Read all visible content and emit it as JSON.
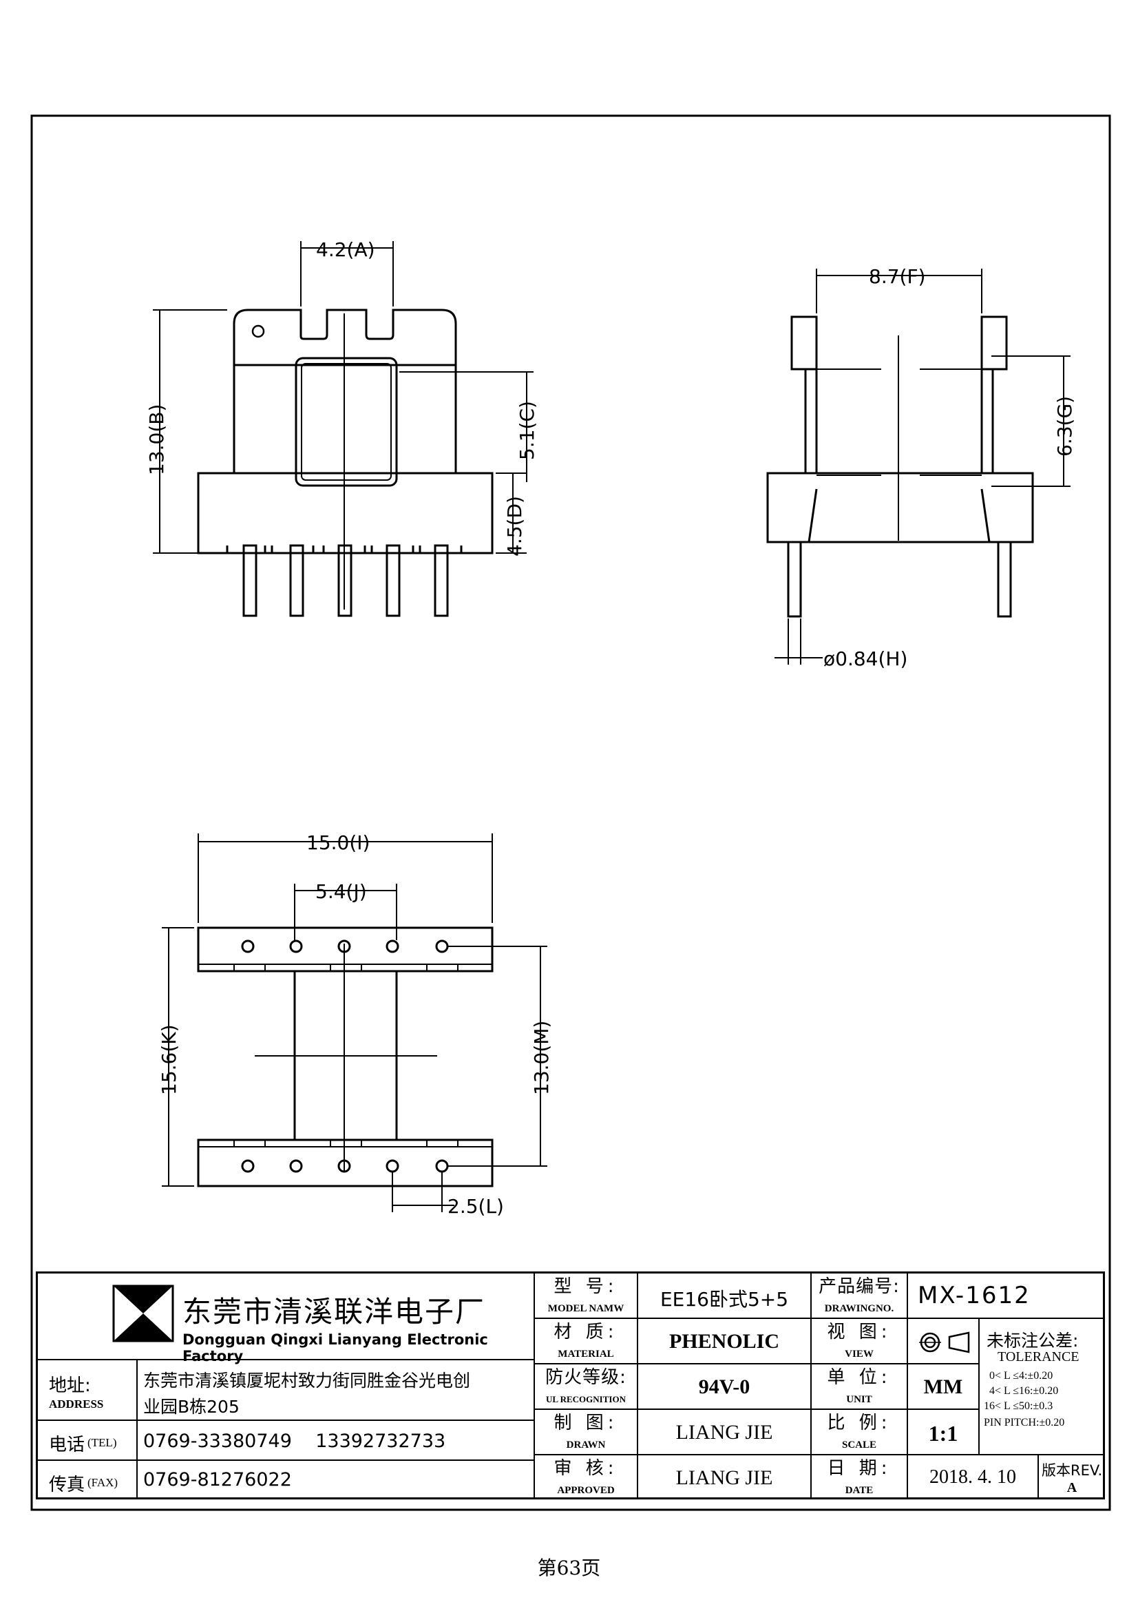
{
  "drawing": {
    "dims": {
      "a": "4.2(A)",
      "b": "13.0(B)",
      "c": "5.1(C)",
      "d": "4.5(D)",
      "f": "8.7(F)",
      "g": "6.3(G)",
      "h": "ø0.84(H)",
      "i": "15.0(I)",
      "j": "5.4(J)",
      "k": "15.6(K)",
      "m": "13.0(M)",
      "l": "2.5(L)"
    }
  },
  "company": {
    "name_cn": "东莞市清溪联洋电子厂",
    "name_en": "Dongguan Qingxi Lianyang Electronic Factory",
    "address_label_cn": "地址:",
    "address_label_en": "ADDRESS",
    "address_line1": "东莞市清溪镇厦坭村致力街同胜金谷光电创",
    "address_line2": "业园B栋205",
    "tel_label_cn": "电话",
    "tel_label_en": "(TEL)",
    "tel_value": "0769-33380749    13392732733",
    "fax_label_cn": "传真",
    "fax_label_en": "(FAX)",
    "fax_value": "0769-81276022"
  },
  "spec": {
    "model_label_cn": "型 号:",
    "model_label_en": "MODEL NAMW",
    "model_value": "EE16卧式5+5",
    "material_label_cn": "材 质:",
    "material_label_en": "MATERIAL",
    "material_value": "PHENOLIC",
    "ul_label_cn": "防火等级:",
    "ul_label_en": "UL RECOGNITION",
    "ul_value": "94V-0",
    "drawn_label_cn": "制 图:",
    "drawn_label_en": "DRAWN",
    "drawn_value": "LIANG JIE",
    "approved_label_cn": "审 核:",
    "approved_label_en": "APPROVED",
    "approved_value": "LIANG JIE",
    "drawingno_label_cn": "产品编号:",
    "drawingno_label_en": "DRAWINGNO.",
    "drawingno_value": "MX-1612",
    "view_label_cn": "视 图:",
    "view_label_en": "VIEW",
    "unit_label_cn": "单 位:",
    "unit_label_en": "UNIT",
    "unit_value": "MM",
    "scale_label_cn": "比 例:",
    "scale_label_en": "SCALE",
    "scale_value": "1:1",
    "date_label_cn": "日 期:",
    "date_label_en": "DATE",
    "date_value": "2018. 4. 10",
    "tolerance_cn": "未标注公差:",
    "tolerance_en": "TOLERANCE",
    "tol1": "0< L ≤4:±0.20",
    "tol2": "4< L ≤16:±0.20",
    "tol3": "16< L ≤50:±0.3",
    "tol4": "PIN PITCH:±0.20",
    "rev_label": "版本REV.",
    "rev_value": "A"
  },
  "footer": {
    "page": "第63页"
  }
}
